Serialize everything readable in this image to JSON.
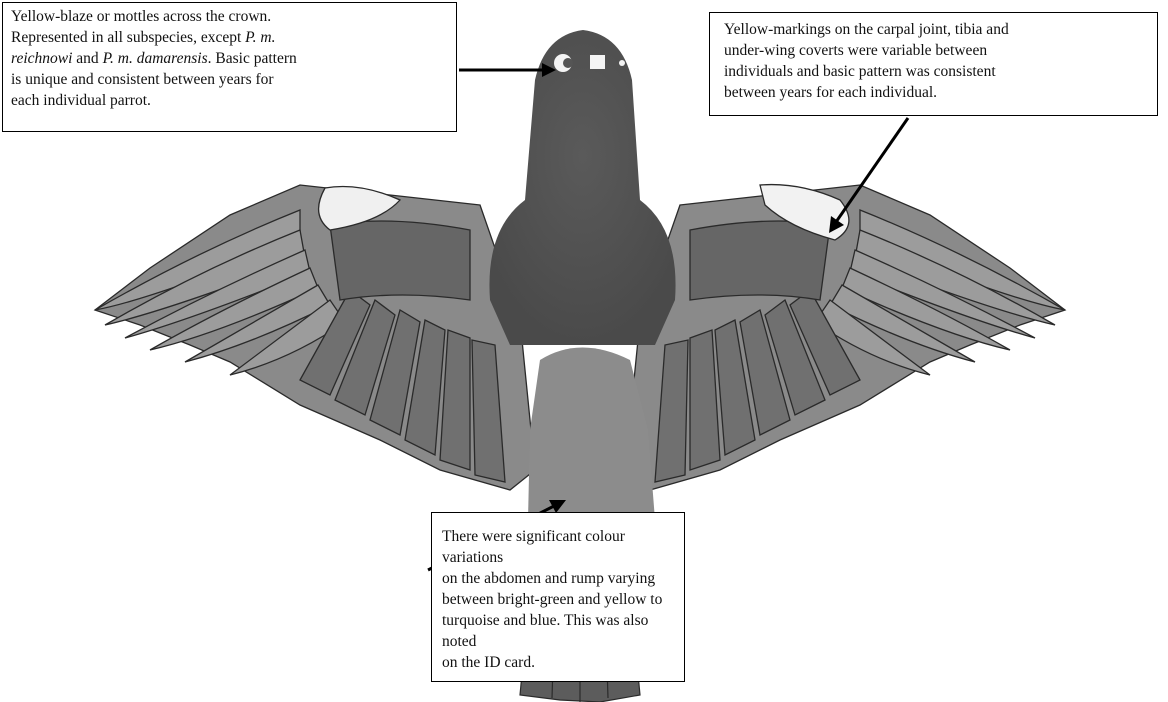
{
  "callouts": {
    "crown": {
      "line1": "Yellow-blaze or mottles across the crown.",
      "line2": "Represented in all subspecies, except",
      "italic1": "P. m.",
      "italic2": "reichnowi",
      "line3_mid": "and",
      "italic3": "P. m. damarensis",
      "line3_end": ". Basic pattern",
      "line4": "is unique and consistent between years for",
      "line5": "each individual parrot."
    },
    "wing": {
      "line1": "Yellow-markings on the carpal joint, tibia and",
      "line2": "under-wing coverts were variable between",
      "line3": "individuals and basic pattern was consistent",
      "line4": "between years for each individual."
    },
    "abdomen": {
      "line1": "There were significant colour variations",
      "line2": "on the abdomen and rump varying",
      "line3": "between bright-green and yellow to",
      "line4": "turquoise and blue. This was also noted",
      "line5": "on the ID card."
    }
  },
  "colors": {
    "body_dark": "#555555",
    "feather_mid": "#7a7a7a",
    "feather_light": "#9a9a9a",
    "rump_light": "#8c8c8c",
    "wing_patch": "#f2f2f2",
    "outline": "#2a2a2a"
  }
}
